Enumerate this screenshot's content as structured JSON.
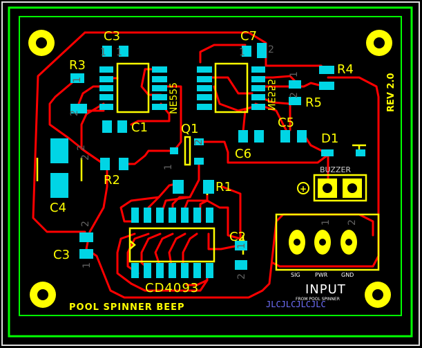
{
  "board": {
    "revision": "REV 2.0",
    "title": "POOL SPINNER BEEP",
    "mirrored_text": "JLCJLCJLCJLC"
  },
  "components": {
    "c3": "C3",
    "c7": "C7",
    "r3": "R3",
    "r4": "R4",
    "r5": "R5",
    "c1": "C1",
    "c5": "C5",
    "c6": "C6",
    "d1": "D1",
    "q1": "Q1",
    "r2": "R2",
    "r1": "R1",
    "c4": "C4",
    "c2": "C2",
    "c3b": "C3",
    "ic1": "NE555",
    "ic2": "NE555",
    "ic3": "CD4093"
  },
  "buzzer": {
    "label": "BUZZER",
    "plus": "+"
  },
  "input": {
    "title": "INPUT",
    "subtitle": "FROM POOL SPINNER",
    "sig": "SIG",
    "pwr": "PWR",
    "gnd": "GND"
  },
  "pin_numbers": {
    "one": "1",
    "two": "2"
  },
  "colors": {
    "background": "#000000",
    "board_outline": "#00ff00",
    "keepout": "#ffffff",
    "trace": "#ff0000",
    "pad": "#00d5e5",
    "silkscreen": "#ffff00",
    "mirror_text": "#7070ff"
  }
}
